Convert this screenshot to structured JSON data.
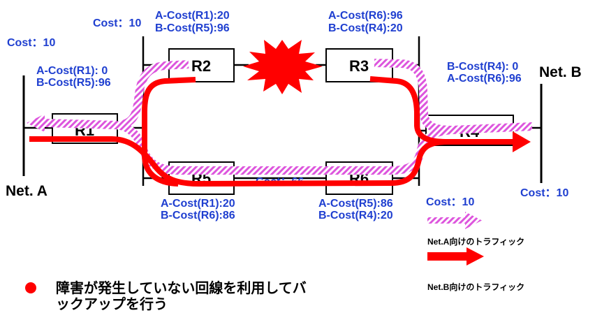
{
  "network": {
    "net_a": "Net. A",
    "net_b": "Net. B"
  },
  "routers": {
    "r1": "R1",
    "r2": "R2",
    "r3": "R3",
    "r4": "R4",
    "r5": "R5",
    "r6": "R6"
  },
  "link_costs": {
    "net_a_link": "Cost：10",
    "left_link": "Cost：10",
    "r5_r6_link": "Cost：66",
    "right_link": "Cost：10",
    "net_b_link": "Cost：10"
  },
  "route_costs": {
    "r1": [
      "A-Cost(R1): 0",
      "B-Cost(R5):96"
    ],
    "r2": [
      "A-Cost(R1):20",
      "B-Cost(R5):96"
    ],
    "r3": [
      "A-Cost(R6):96",
      "B-Cost(R4):20"
    ],
    "r4": [
      "B-Cost(R4): 0",
      "A-Cost(R6):96"
    ],
    "r5": [
      "A-Cost(R1):20",
      "B-Cost(R6):86"
    ],
    "r6": [
      "A-Cost(R5):86",
      "B-Cost(R4):20"
    ]
  },
  "legend": {
    "net_a_traffic": "Net.A向けのトラフィック",
    "net_b_traffic": "Net.B向けのトラフィック"
  },
  "note": {
    "lines": [
      "障害が発生していない回線を利用してバ",
      "ックアップを行う"
    ]
  },
  "icons": {
    "link_failure": "explosion-icon",
    "note_bullet": "bullet-dot-icon"
  },
  "colors": {
    "label_blue": "#1f3fd0",
    "traffic_red": "#ff0000",
    "hatch_magenta": "#dd55dd",
    "burst_red": "#ff0000",
    "bullet_red": "#ff0000"
  }
}
